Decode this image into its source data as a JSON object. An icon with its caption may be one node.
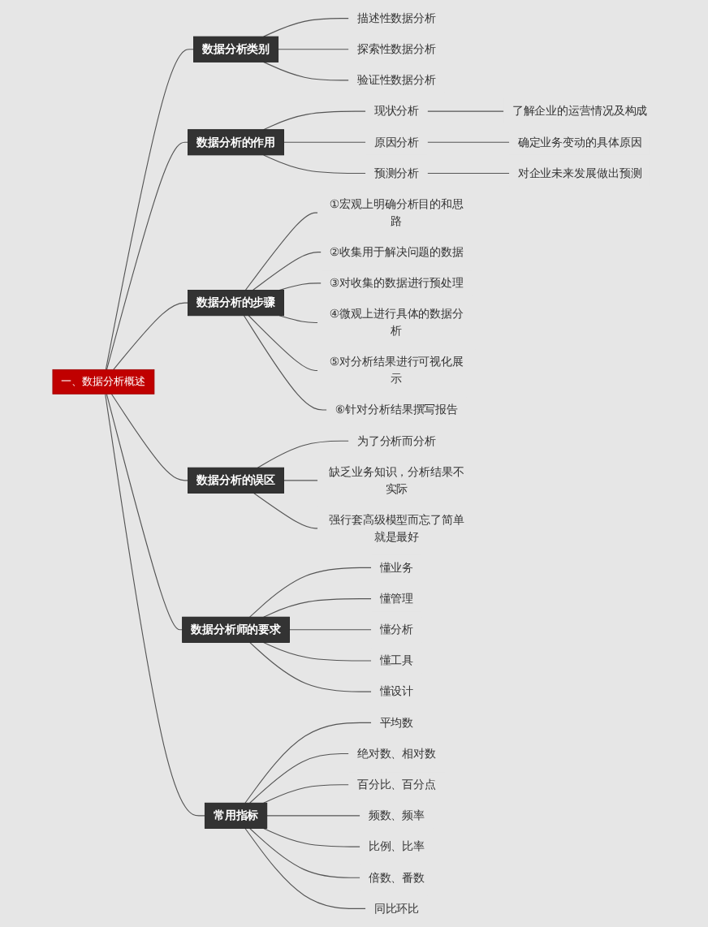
{
  "diagram": {
    "nodes": [
      {
        "text": [
          "一、数据分析概述"
        ]
      },
      {
        "text": [
          "数据分析类别"
        ]
      },
      {
        "text": [
          "描述性数据分析"
        ]
      },
      {
        "text": [
          "探索性数据分析"
        ]
      },
      {
        "text": [
          "验证性数据分析"
        ]
      },
      {
        "text": [
          "数据分析的作用"
        ]
      },
      {
        "text": [
          "现状分析"
        ]
      },
      {
        "text": [
          "了解企业的运营情况及构成"
        ]
      },
      {
        "text": [
          "原因分析"
        ]
      },
      {
        "text": [
          "确定业务变动的具体原因"
        ]
      },
      {
        "text": [
          "预测分析"
        ]
      },
      {
        "text": [
          "对企业未来发展做出预测"
        ]
      },
      {
        "text": [
          "数据分析的步骤"
        ]
      },
      {
        "text": [
          "①宏观上明确分析目的和思路"
        ]
      },
      {
        "text": [
          "②收集用于解决问题的数据"
        ]
      },
      {
        "text": [
          "③对收集的数据进行预处理"
        ]
      },
      {
        "text": [
          "④微观上进行具体的数据分析"
        ]
      },
      {
        "text": [
          "⑤对分析结果进行可视化展示"
        ]
      },
      {
        "text": [
          "⑥针对分析结果撰写报告"
        ]
      },
      {
        "text": [
          "数据分析的误区"
        ]
      },
      {
        "text": [
          "为了分析而分析"
        ]
      },
      {
        "text": [
          "缺乏业务知识，分析结果不实际"
        ]
      },
      {
        "text": [
          "强行套高级模型而忘了简单就是最好"
        ]
      },
      {
        "text": [
          "数据分析师的要求"
        ]
      },
      {
        "text": [
          "懂业务"
        ]
      },
      {
        "text": [
          "懂管理"
        ]
      },
      {
        "text": [
          "懂分析"
        ]
      },
      {
        "text": [
          "懂工具"
        ]
      },
      {
        "text": [
          "懂设计"
        ]
      },
      {
        "text": [
          "常用指标"
        ]
      },
      {
        "text": [
          "平均数"
        ]
      },
      {
        "text": [
          "绝对数、相对数"
        ]
      },
      {
        "text": [
          "百分比、百分点"
        ]
      },
      {
        "text": [
          "频数、频率"
        ]
      },
      {
        "text": [
          "比例、比率"
        ]
      },
      {
        "text": [
          "倍数、番数"
        ]
      },
      {
        "text": [
          "同比环比"
        ]
      }
    ],
    "edges": [
      {
        "from": 0,
        "to": 1,
        "arrow": "none"
      },
      {
        "from": 1,
        "to": 2,
        "arrow": "none"
      },
      {
        "from": 1,
        "to": 3,
        "arrow": "none"
      },
      {
        "from": 1,
        "to": 4,
        "arrow": "none"
      },
      {
        "from": 0,
        "to": 5,
        "arrow": "none"
      },
      {
        "from": 5,
        "to": 6,
        "arrow": "none"
      },
      {
        "from": 6,
        "to": 7,
        "arrow": "none"
      },
      {
        "from": 5,
        "to": 8,
        "arrow": "none"
      },
      {
        "from": 8,
        "to": 9,
        "arrow": "none"
      },
      {
        "from": 5,
        "to": 10,
        "arrow": "none"
      },
      {
        "from": 10,
        "to": 11,
        "arrow": "none"
      },
      {
        "from": 0,
        "to": 12,
        "arrow": "none"
      },
      {
        "from": 12,
        "to": 13,
        "arrow": "none"
      },
      {
        "from": 12,
        "to": 14,
        "arrow": "none"
      },
      {
        "from": 12,
        "to": 15,
        "arrow": "none"
      },
      {
        "from": 12,
        "to": 16,
        "arrow": "none"
      },
      {
        "from": 12,
        "to": 17,
        "arrow": "none"
      },
      {
        "from": 12,
        "to": 18,
        "arrow": "none"
      },
      {
        "from": 0,
        "to": 19,
        "arrow": "none"
      },
      {
        "from": 19,
        "to": 20,
        "arrow": "none"
      },
      {
        "from": 19,
        "to": 21,
        "arrow": "none"
      },
      {
        "from": 19,
        "to": 22,
        "arrow": "none"
      },
      {
        "from": 0,
        "to": 23,
        "arrow": "none"
      },
      {
        "from": 23,
        "to": 24,
        "arrow": "none"
      },
      {
        "from": 23,
        "to": 25,
        "arrow": "none"
      },
      {
        "from": 23,
        "to": 26,
        "arrow": "none"
      },
      {
        "from": 23,
        "to": 27,
        "arrow": "none"
      },
      {
        "from": 23,
        "to": 28,
        "arrow": "none"
      },
      {
        "from": 0,
        "to": 29,
        "arrow": "none"
      },
      {
        "from": 29,
        "to": 30,
        "arrow": "none"
      },
      {
        "from": 29,
        "to": 31,
        "arrow": "none"
      },
      {
        "from": 29,
        "to": 32,
        "arrow": "none"
      },
      {
        "from": 29,
        "to": 33,
        "arrow": "none"
      },
      {
        "from": 29,
        "to": 34,
        "arrow": "none"
      },
      {
        "from": 29,
        "to": 35,
        "arrow": "none"
      },
      {
        "from": 29,
        "to": 36,
        "arrow": "none"
      }
    ]
  }
}
